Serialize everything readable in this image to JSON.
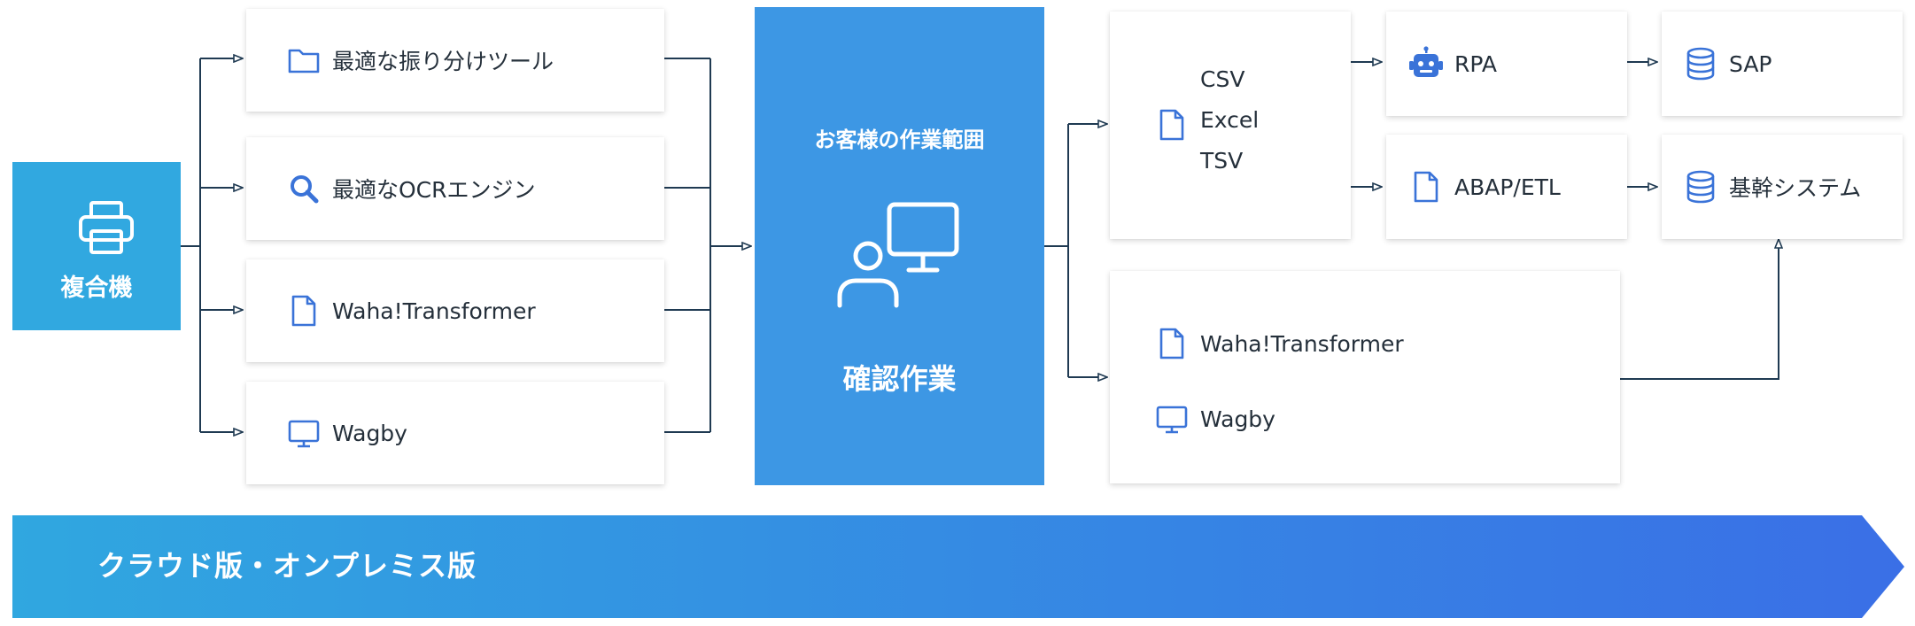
{
  "source": {
    "label": "複合機",
    "icon": "printer-icon"
  },
  "input_options": [
    {
      "label": "最適な振り分けツール",
      "icon": "folder-icon"
    },
    {
      "label": "最適なOCRエンジン",
      "icon": "search-icon"
    },
    {
      "label": "Waha!Transformer",
      "icon": "document-icon"
    },
    {
      "label": "Wagby",
      "icon": "monitor-icon"
    }
  ],
  "center": {
    "scope_label": "お客様の作業範囲",
    "work_label": "確認作業",
    "icon": "user-monitor-icon"
  },
  "outputs": {
    "formats": {
      "items": [
        "CSV",
        "Excel",
        "TSV"
      ],
      "icon": "document-icon"
    },
    "rpa": {
      "label": "RPA",
      "icon": "robot-icon"
    },
    "abap": {
      "label": "ABAP/ETL",
      "icon": "document-icon"
    },
    "sap": {
      "label": "SAP",
      "icon": "database-icon"
    },
    "core": {
      "label": "基幹システム",
      "icon": "database-icon"
    },
    "direct": [
      {
        "label": "Waha!Transformer",
        "icon": "document-icon"
      },
      {
        "label": "Wagby",
        "icon": "monitor-icon"
      }
    ]
  },
  "banner": {
    "label": "クラウド版・オンプレミス版"
  },
  "colors": {
    "source_fill": "#31a8e0",
    "center_fill": "#3d97e4",
    "banner_start": "#30a7e0",
    "banner_end": "#3a6fe6",
    "icon_blue": "#3a73d8",
    "line": "#1f3a52"
  }
}
